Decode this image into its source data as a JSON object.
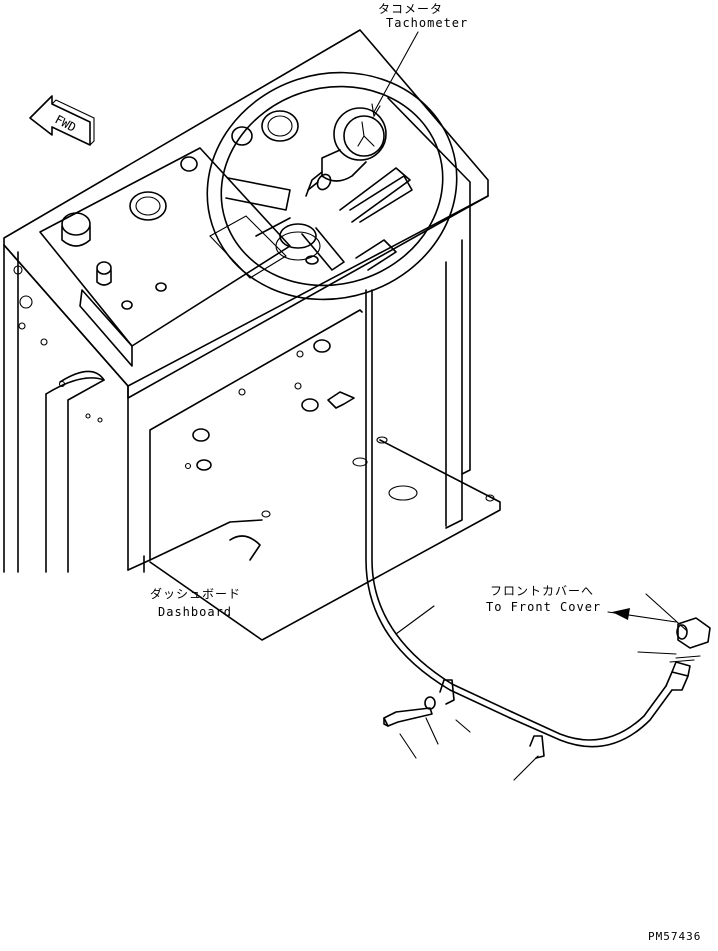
{
  "labels": {
    "tachometer_jp": "タコメータ",
    "tachometer_en": "Tachometer",
    "dashboard_jp": "ダッシュボード",
    "dashboard_en": "Dashboard",
    "front_cover_jp": "フロントカバーへ",
    "front_cover_en": "To Front Cover",
    "fwd": "FWD",
    "drawing_number": "PM57436"
  }
}
